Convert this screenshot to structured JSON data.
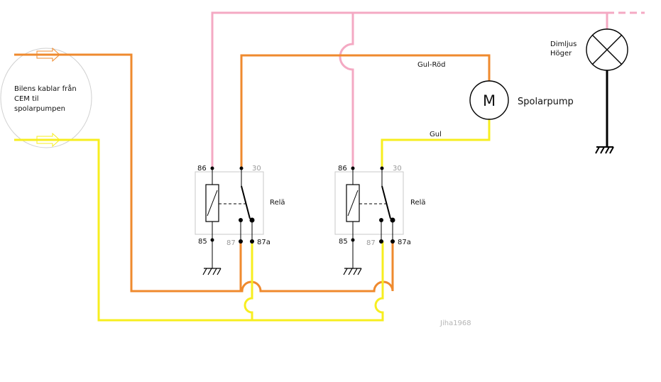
{
  "cem_note": {
    "line1": "Bilens kablar från",
    "line2": "CEM til",
    "line3": "spolarpumpen"
  },
  "wire_labels": {
    "gul_rod": "Gul-Röd",
    "gul": "Gul"
  },
  "motor": {
    "symbol": "M",
    "name": "Spolarpump"
  },
  "lamp": {
    "line1": "Dimljus",
    "line2": "Höger"
  },
  "relays": [
    {
      "label": "Relä",
      "pin86": "86",
      "pin30": "30",
      "pin85": "85",
      "pin87": "87",
      "pin87a": "87a"
    },
    {
      "label": "Relä",
      "pin86": "86",
      "pin30": "30",
      "pin85": "85",
      "pin87": "87",
      "pin87a": "87a"
    }
  ],
  "watermark": "Jiha1968",
  "colors": {
    "orange_wire": "#ef8a2e",
    "yellow_wire": "#f7ee1f",
    "pink_wire": "#f4a9c3"
  }
}
